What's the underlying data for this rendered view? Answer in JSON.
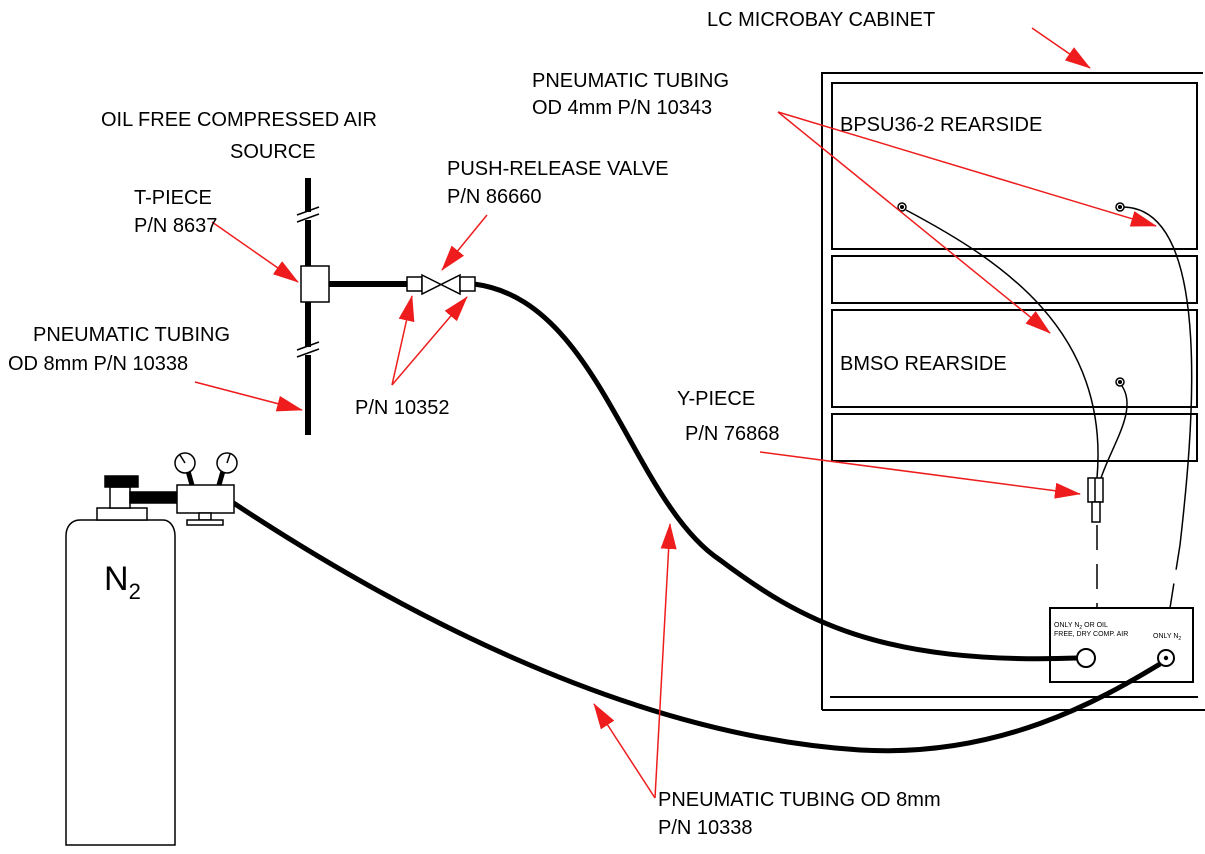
{
  "colors": {
    "arrow": "#ee1c1c",
    "line": "#000000",
    "background": "#ffffff"
  },
  "labels": {
    "cabinet": "LC MICROBAY CABINET",
    "tubing_4mm_line1": "PNEUMATIC TUBING",
    "tubing_4mm_line2": "OD 4mm P/N 10343",
    "bpsu": "BPSU36-2 REARSIDE",
    "oil_free_line1": "OIL FREE COMPRESSED AIR",
    "oil_free_line2": "SOURCE",
    "push_release_line1": "PUSH-RELEASE VALVE",
    "push_release_line2": "P/N 86660",
    "tpiece_line1": "T-PIECE",
    "tpiece_line2": "P/N 8637",
    "tubing_8mm_left_line1": "PNEUMATIC TUBING",
    "tubing_8mm_left_line2": "OD 8mm P/N 10338",
    "pn_10352": "P/N 10352",
    "bmso": "BMSO REARSIDE",
    "ypiece_line1": "Y-PIECE",
    "ypiece_line2": "P/N 76868",
    "n2_main": "N",
    "n2_sub": "2",
    "port_left_line1_a": "ONLY N",
    "port_left_line1_sub": "2",
    "port_left_line1_b": " OR OIL",
    "port_left_line2": "FREE, DRY COMP. AIR",
    "port_right_a": "ONLY N",
    "port_right_sub": "2",
    "tubing_8mm_bottom_line1": "PNEUMATIC TUBING OD 8mm",
    "tubing_8mm_bottom_line2": "P/N 10338"
  }
}
